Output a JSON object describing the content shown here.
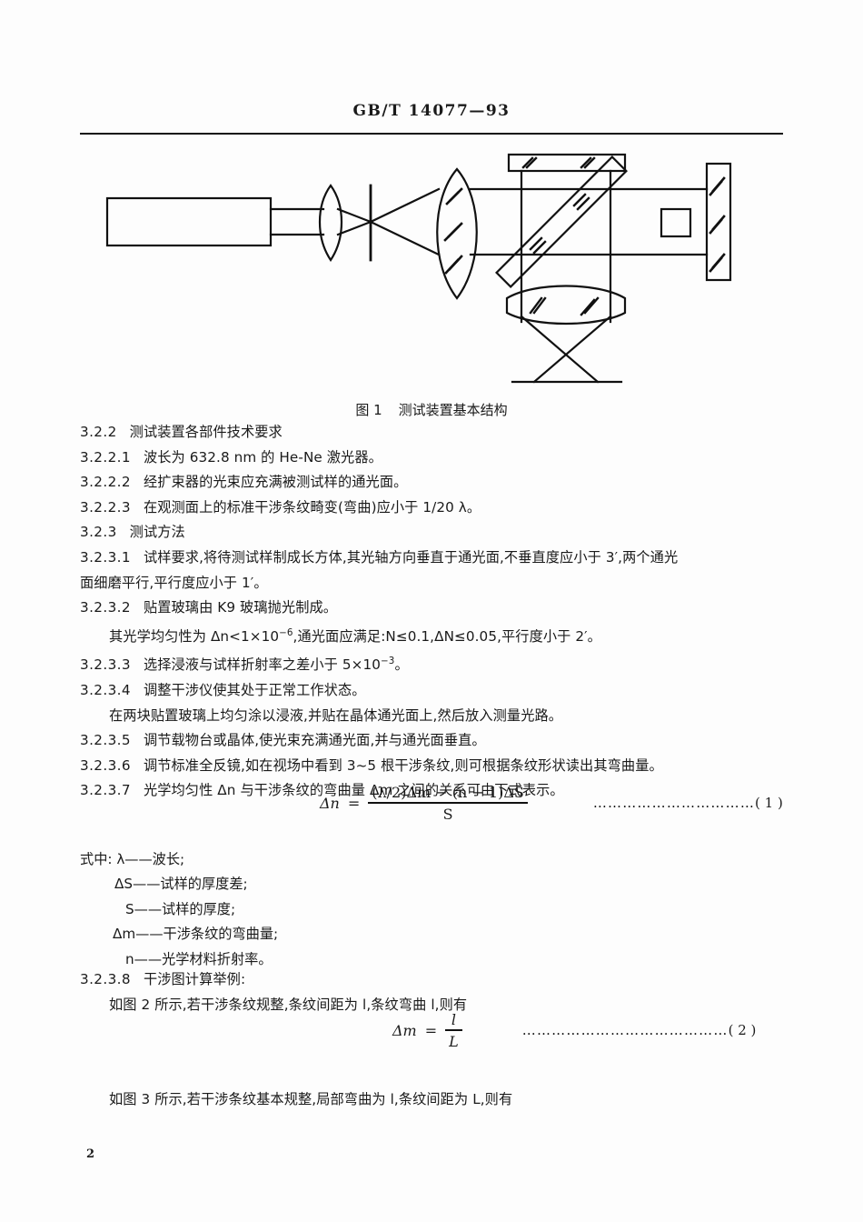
{
  "header": {
    "standard_number": "GB/T  14077—93"
  },
  "figure": {
    "caption_label": "图 1",
    "caption_text": "测试装置基本结构",
    "components": [
      "He-Ne 激光器",
      "扩束透镜",
      "针孔光阑",
      "准直透镜",
      "标准全反镜",
      "分光棱镜",
      "试样",
      "全反镜",
      "成像透镜",
      "观测面"
    ]
  },
  "sections": {
    "s322_title_num": "3.2.2",
    "s322_title_text": "测试装置各部件技术要求",
    "s3221_num": "3.2.2.1",
    "s3221_text_a": "波长为 632.8 nm 的 He-Ne 激光器。",
    "s3222_num": "3.2.2.2",
    "s3222_text": "经扩束器的光束应充满被测试样的通光面。",
    "s3223_num": "3.2.2.3",
    "s3223_text": "在观测面上的标准干涉条纹畸变(弯曲)应小于 1/20 λ。",
    "s323_title_num": "3.2.3",
    "s323_title_text": "测试方法",
    "s3231_num": "3.2.3.1",
    "s3231_text_l1": "试样要求,将待测试样制成长方体,其光轴方向垂直于通光面,不垂直度应小于 3′,两个通光",
    "s3231_text_l2": "面细磨平行,平行度应小于 1′。",
    "s3232_num": "3.2.3.2",
    "s3232_text": "贴置玻璃由 K9 玻璃抛光制成。",
    "s3232_sub": "其光学均匀性为 Δn<1×10",
    "s3232_sub_exp": "−6",
    "s3232_sub_b": ",通光面应满足:N≤0.1,ΔN≤0.05,平行度小于 2′。",
    "s3233_num": "3.2.3.3",
    "s3233_text_a": "选择浸液与试样折射率之差小于 5×10",
    "s3233_exp": "−3",
    "s3233_text_b": "。",
    "s3234_num": "3.2.3.4",
    "s3234_text": "调整干涉仪使其处于正常工作状态。",
    "s3234_sub": "在两块贴置玻璃上均匀涂以浸液,并贴在晶体通光面上,然后放入测量光路。",
    "s3235_num": "3.2.3.5",
    "s3235_text": "调节载物台或晶体,使光束充满通光面,并与通光面垂直。",
    "s3236_num": "3.2.3.6",
    "s3236_text": "调节标准全反镜,如在视场中看到 3~5 根干涉条纹,则可根据条纹形状读出其弯曲量。",
    "s3237_num": "3.2.3.7",
    "s3237_text_a": "光学均匀性 Δn 与干涉条纹的弯曲量 Δm 之间的关系可由下式表示。",
    "s3238_num": "3.2.3.8",
    "s3238_text": "干涉图计算举例:",
    "s3238_sub": "如图 2 所示,若干涉条纹规整,条纹间距为 l,条纹弯曲 l,则有",
    "s3238_sub2": "如图 3 所示,若干涉条纹基本规整,局部弯曲为 l,条纹间距为 L,则有"
  },
  "formula1": {
    "lhs": "Δn",
    "eq": "=",
    "numerator": "(λ/2)Δm − (n − 1)ΔS",
    "denominator": "S",
    "leader": "……………………………",
    "number": "( 1 )"
  },
  "formula2": {
    "lhs": "Δm",
    "eq": "=",
    "numerator": "l",
    "denominator": "L",
    "leader": "……………………………………",
    "number": "( 2 )"
  },
  "where_block": {
    "lead": "式中: λ——波长;",
    "items": [
      "ΔS——试样的厚度差;",
      "S——试样的厚度;",
      "Δm——干涉条纹的弯曲量;",
      "n——光学材料折射率。"
    ]
  },
  "footer": {
    "page_number": "2"
  }
}
